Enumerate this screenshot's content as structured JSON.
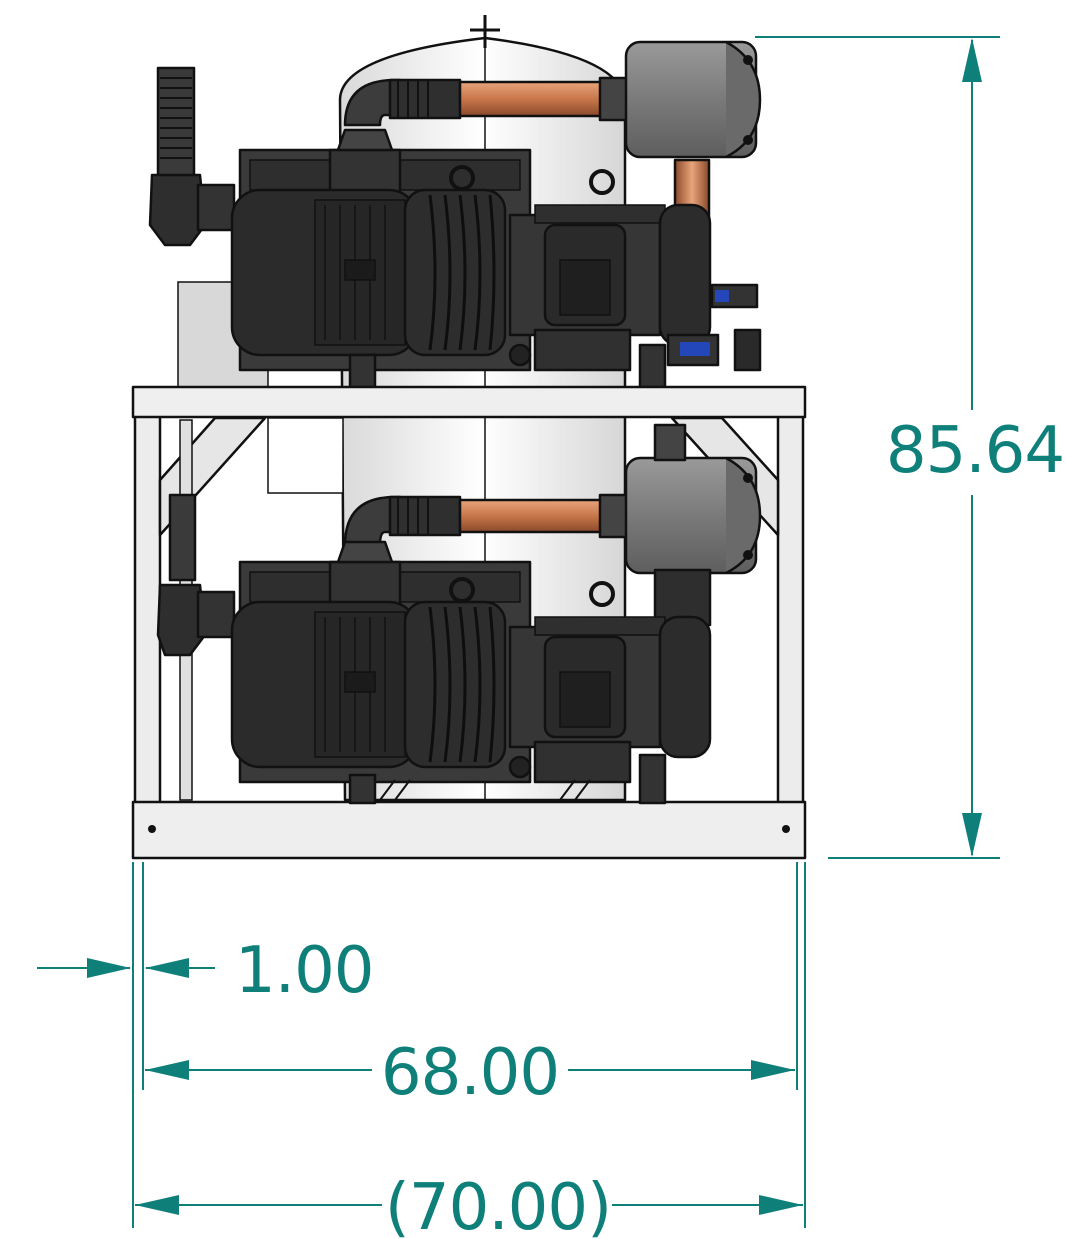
{
  "dimensions": {
    "height": "85.64",
    "inner_width": "68.00",
    "margin": "1.00",
    "overall_width": "(70.00)"
  },
  "colors": {
    "dimension": "#0f7f7a",
    "frame": "#ececec",
    "motor": "#2b2b2b",
    "tank": "#f4f4f4",
    "copper": "#c8764a",
    "housing": "#8a8a8a"
  },
  "components": {
    "upper_pump_assembly": "pump-motor",
    "lower_pump_assembly": "pump-motor",
    "receiver_tank": "tank",
    "frame": "steel-frame"
  }
}
